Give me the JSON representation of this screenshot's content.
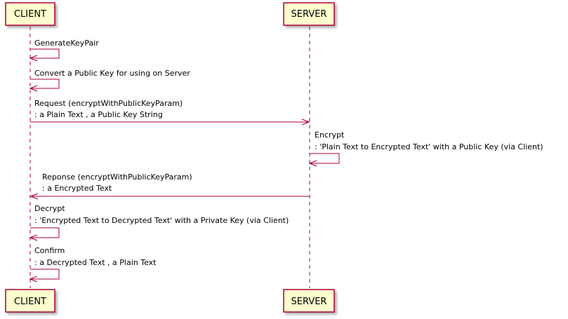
{
  "participants": {
    "client": "CLIENT",
    "server": "SERVER"
  },
  "messages": [
    {
      "lines": [
        "GenerateKeyPair"
      ]
    },
    {
      "lines": [
        "Convert a Public Key for using on Server"
      ]
    },
    {
      "lines": [
        "Request (encryptWithPublicKeyParam)",
        ": a Plain Text , a Public Key String"
      ]
    },
    {
      "lines": [
        "Encrypt",
        ": 'Plain Text to Encrypted Text' with a Public Key (via Client)"
      ]
    },
    {
      "lines": [
        "Reponse (encryptWithPublicKeyParam)",
        ": a Encrypted Text"
      ]
    },
    {
      "lines": [
        "Decrypt",
        ": 'Encrypted Text to Decrypted Text' with a Private Key (via Client)"
      ]
    },
    {
      "lines": [
        "Confirm",
        ": a Decrypted Text , a Plain Text"
      ]
    }
  ],
  "colors": {
    "arrow": "#A80036",
    "participant_fill": "#FEFECE",
    "participant_border": "#A80036",
    "lifeline": "#A80036"
  }
}
